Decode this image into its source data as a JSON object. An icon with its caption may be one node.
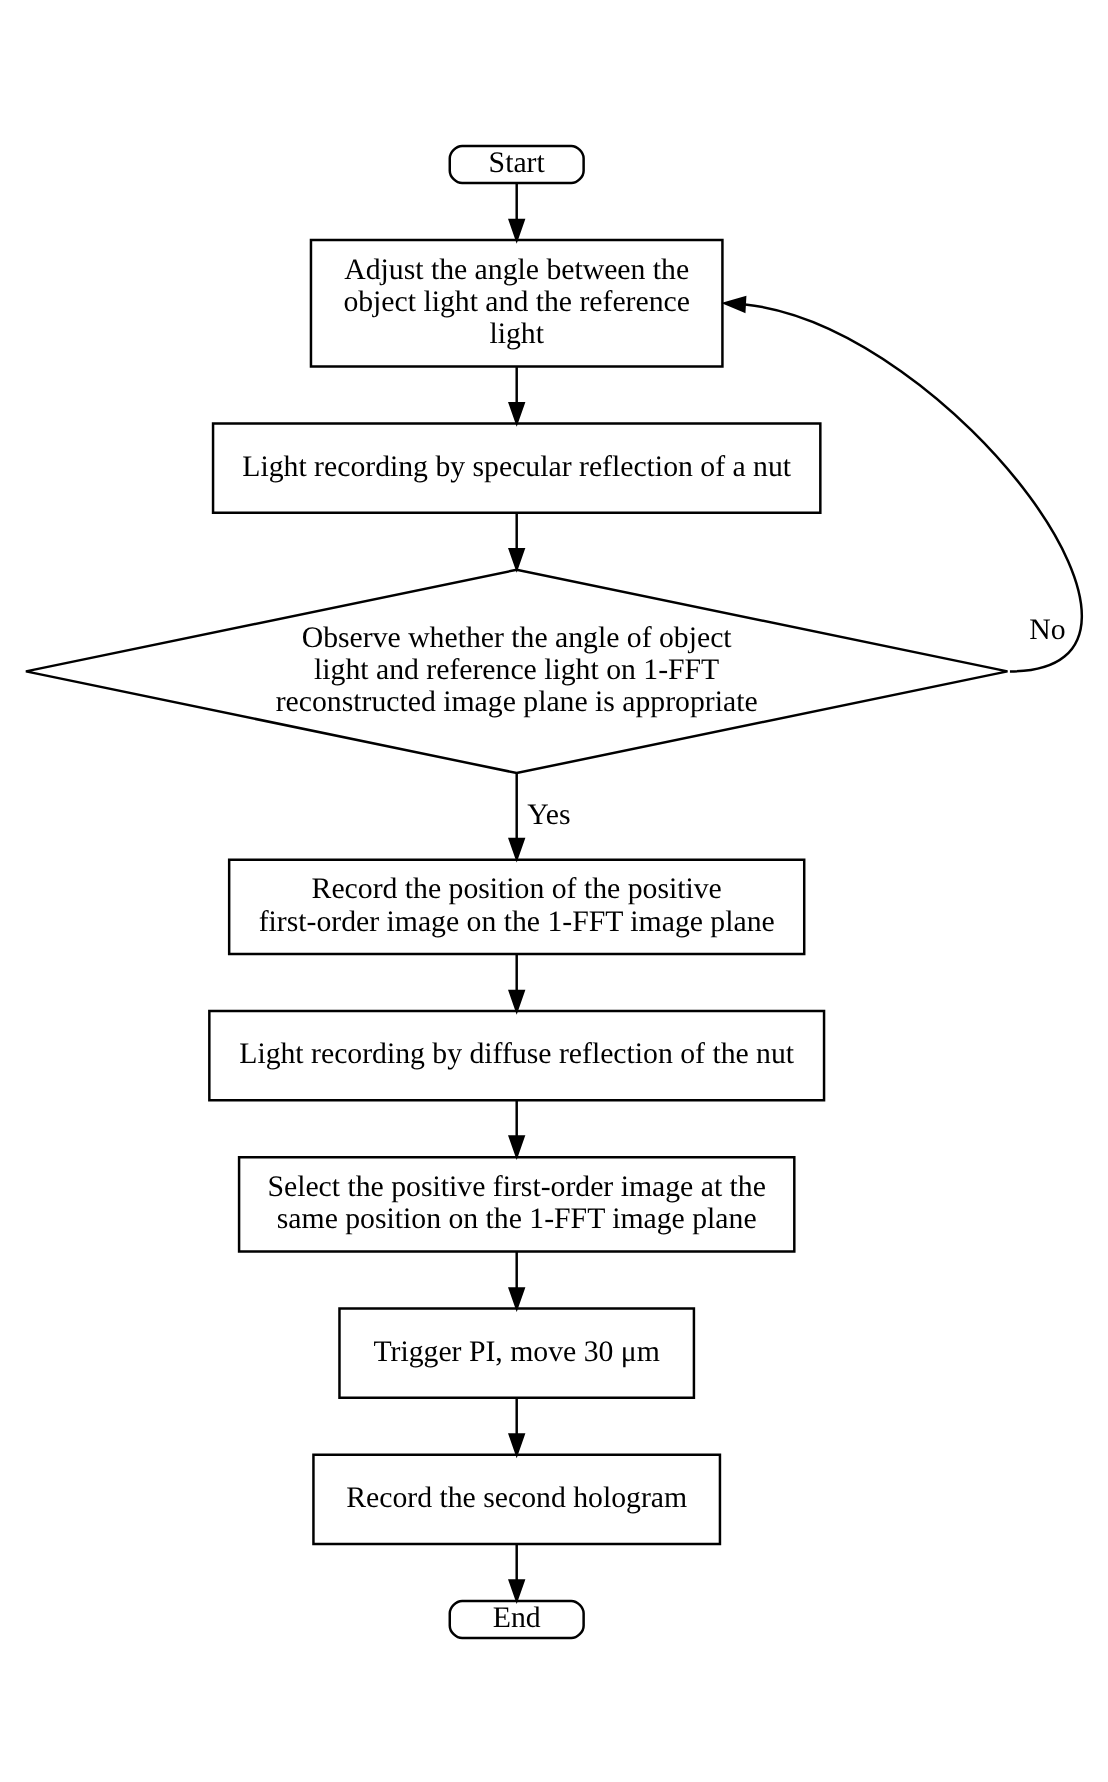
{
  "diagram": {
    "nodes": [
      {
        "text": [
          "Start"
        ]
      },
      {
        "text": [
          "Adjust the angle between the object light and the reference light"
        ]
      },
      {
        "text": [
          "Light recording by specular reflection of a nut"
        ]
      },
      {
        "text": [
          "Observe whether the angle of object light and reference light on 1-FFT reconstructed image plane is appropriate"
        ]
      },
      {
        "text": [
          "Record the position of the positive first-order image on the 1-FFT image plane"
        ]
      },
      {
        "text": [
          "Light recording by diffuse reflection of the nut"
        ]
      },
      {
        "text": [
          "Select the positive first-order image at the same position on the 1-FFT image plane"
        ]
      },
      {
        "text": [
          "Trigger PI, move 30 μm"
        ]
      },
      {
        "text": [
          "Record the second hologram"
        ]
      },
      {
        "text": [
          "End"
        ]
      }
    ],
    "edges": [
      {
        "from": 0,
        "to": 1,
        "arrow": "to"
      },
      {
        "from": 1,
        "to": 2,
        "arrow": "to"
      },
      {
        "from": 2,
        "to": 3,
        "arrow": "to"
      },
      {
        "from": 3,
        "to": 4,
        "arrow": "to",
        "label": "Yes"
      },
      {
        "from": 4,
        "to": 5,
        "arrow": "to"
      },
      {
        "from": 5,
        "to": 6,
        "arrow": "to"
      },
      {
        "from": 6,
        "to": 7,
        "arrow": "to"
      },
      {
        "from": 7,
        "to": 8,
        "arrow": "to"
      },
      {
        "from": 8,
        "to": 9,
        "arrow": "to"
      },
      {
        "from": 3,
        "to": 1,
        "arrow": "to",
        "label": "No"
      }
    ]
  }
}
